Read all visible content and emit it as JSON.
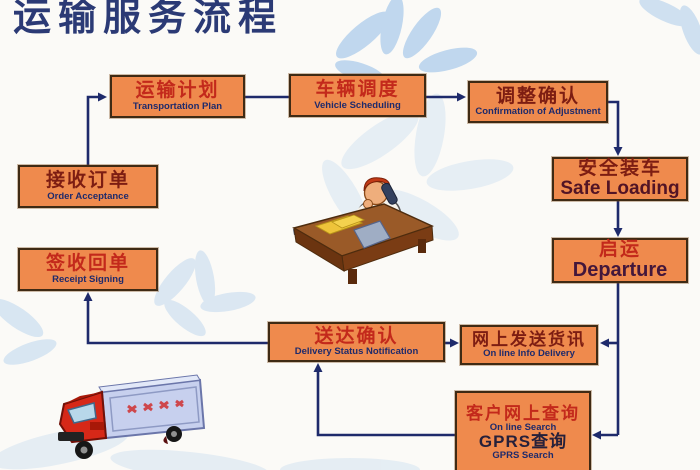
{
  "title": "运输服务流程",
  "boxes": {
    "transportation_plan": {
      "zh": "运输计划",
      "en": "Transportation Plan"
    },
    "vehicle_scheduling": {
      "zh": "车辆调度",
      "en": "Vehicle Scheduling"
    },
    "adjustment_confirmation": {
      "zh": "调整确认",
      "en": "Confirmation of Adjustment"
    },
    "order_acceptance": {
      "zh": "接收订单",
      "en": "Order Acceptance"
    },
    "safe_loading": {
      "zh": "安全装车",
      "en": "Safe Loading"
    },
    "departure": {
      "zh": "启运",
      "en": "Departure"
    },
    "receipt_signing": {
      "zh": "签收回单",
      "en": "Receipt Signing"
    },
    "delivery_confirmation": {
      "zh": "送达确认",
      "en": "Delivery Status Notification"
    },
    "online_info_delivery": {
      "zh": "网上发送货讯",
      "en": "On line Info Delivery"
    },
    "customer_online_search": {
      "zh": "客户网上查询",
      "en": "On line Search",
      "zh2": "GPRS查询",
      "en2": "GPRS Search"
    }
  },
  "flow": [
    "order_acceptance -> transportation_plan",
    "transportation_plan -> vehicle_scheduling",
    "vehicle_scheduling -> adjustment_confirmation",
    "adjustment_confirmation -> safe_loading",
    "safe_loading -> departure",
    "departure -> online_info_delivery",
    "departure -> customer_online_search",
    "customer_online_search -> delivery_confirmation",
    "delivery_confirmation -> online_info_delivery",
    "delivery_confirmation -> receipt_signing"
  ],
  "colors": {
    "box_fill": "#ef8a4d",
    "box_border": "#3f2a14",
    "chinese_red": "#c3291b",
    "dark_red": "#7d1d12",
    "navy": "#1e2a6b",
    "flower_blue": "#bdd6ee",
    "background": "#fbfaf7"
  },
  "illustrations": {
    "operator": "operator-on-phone-at-desk",
    "truck": "red-delivery-truck"
  }
}
